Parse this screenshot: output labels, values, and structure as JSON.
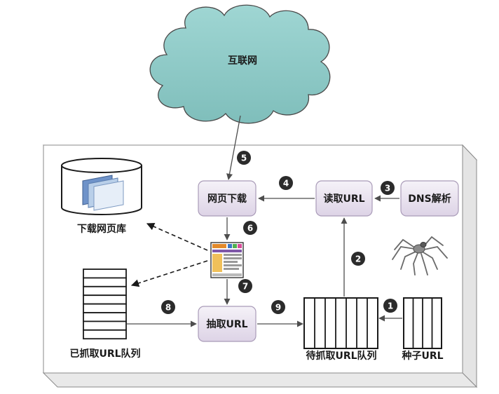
{
  "diagram": {
    "internet_label": "互联网",
    "page_download_label": "网页下载",
    "read_url_label": "读取URL",
    "dns_label": "DNS解析",
    "extract_url_label": "抽取URL",
    "downloaded_db_label": "下载网页库",
    "crawled_queue_label": "已抓取URL队列",
    "pending_queue_label": "待抓取URL队列",
    "seed_url_label": "种子URL",
    "steps": [
      "1",
      "2",
      "3",
      "4",
      "5",
      "6",
      "7",
      "8",
      "9"
    ]
  },
  "colors": {
    "cloud_fill": "#8cc9c6",
    "box_fill": "#ece6f2",
    "box_stroke": "#a99bb8",
    "badge_fill": "#2b2b2b",
    "arrow": "#4d4d4d"
  },
  "icons": {
    "database": "database-icon",
    "webpage": "webpage-icon",
    "spider": "spider-icon"
  }
}
